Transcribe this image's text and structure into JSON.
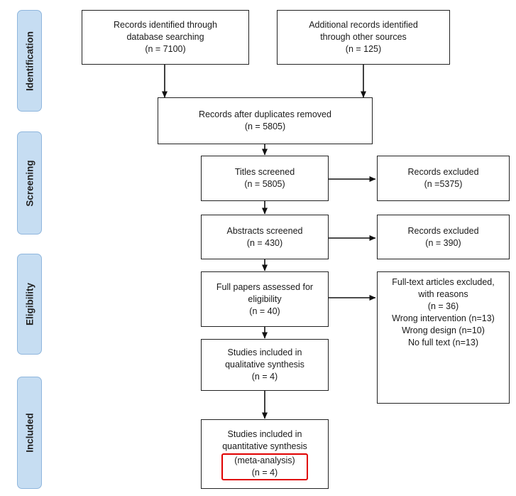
{
  "phases": {
    "identification": "Identification",
    "screening": "Screening",
    "eligibility": "Eligibility",
    "included": "Included"
  },
  "boxes": {
    "db_search": [
      "Records identified through",
      "database searching",
      "(n = 7100)"
    ],
    "other_sources": [
      "Additional records identified",
      "through other sources",
      "(n = 125)"
    ],
    "duplicates_removed": [
      "Records after duplicates removed",
      "(n = 5805)"
    ],
    "titles_screened": [
      "Titles screened",
      "(n = 5805)"
    ],
    "titles_excluded": [
      "Records excluded",
      "(n =5375)"
    ],
    "abstracts_screened": [
      "Abstracts screened",
      "(n = 430)"
    ],
    "abstracts_excluded": [
      "Records excluded",
      "(n = 390)"
    ],
    "full_papers": [
      "Full papers assessed for",
      "eligibility",
      "(n = 40)"
    ],
    "fulltext_excluded": [
      "Full-text articles excluded,",
      "with reasons",
      "(n = 36)",
      "Wrong intervention (n=13)",
      "Wrong design (n=10)",
      "No full text (n=13)"
    ],
    "qualitative": [
      "Studies included in",
      "qualitative synthesis",
      "(n = 4)"
    ],
    "quantitative": [
      "Studies included in",
      "quantitative synthesis",
      "(meta-analysis)",
      "(n = 4)"
    ]
  }
}
